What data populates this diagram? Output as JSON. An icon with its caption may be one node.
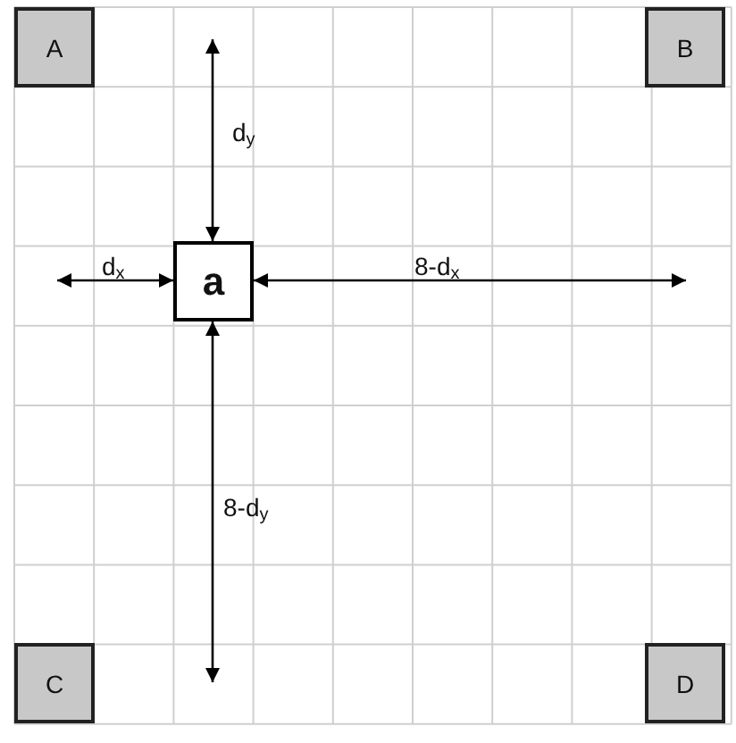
{
  "diagram": {
    "nodes": [
      {
        "text": [
          "A"
        ]
      },
      {
        "text": [
          "B"
        ]
      },
      {
        "text": [
          "a"
        ]
      },
      {
        "text": [
          "C"
        ]
      },
      {
        "text": [
          "D"
        ]
      }
    ],
    "labels": [
      "d$_{y}$",
      "d$_{x}$",
      "8-d$_{x}$",
      "8-d$_{y}$"
    ]
  }
}
